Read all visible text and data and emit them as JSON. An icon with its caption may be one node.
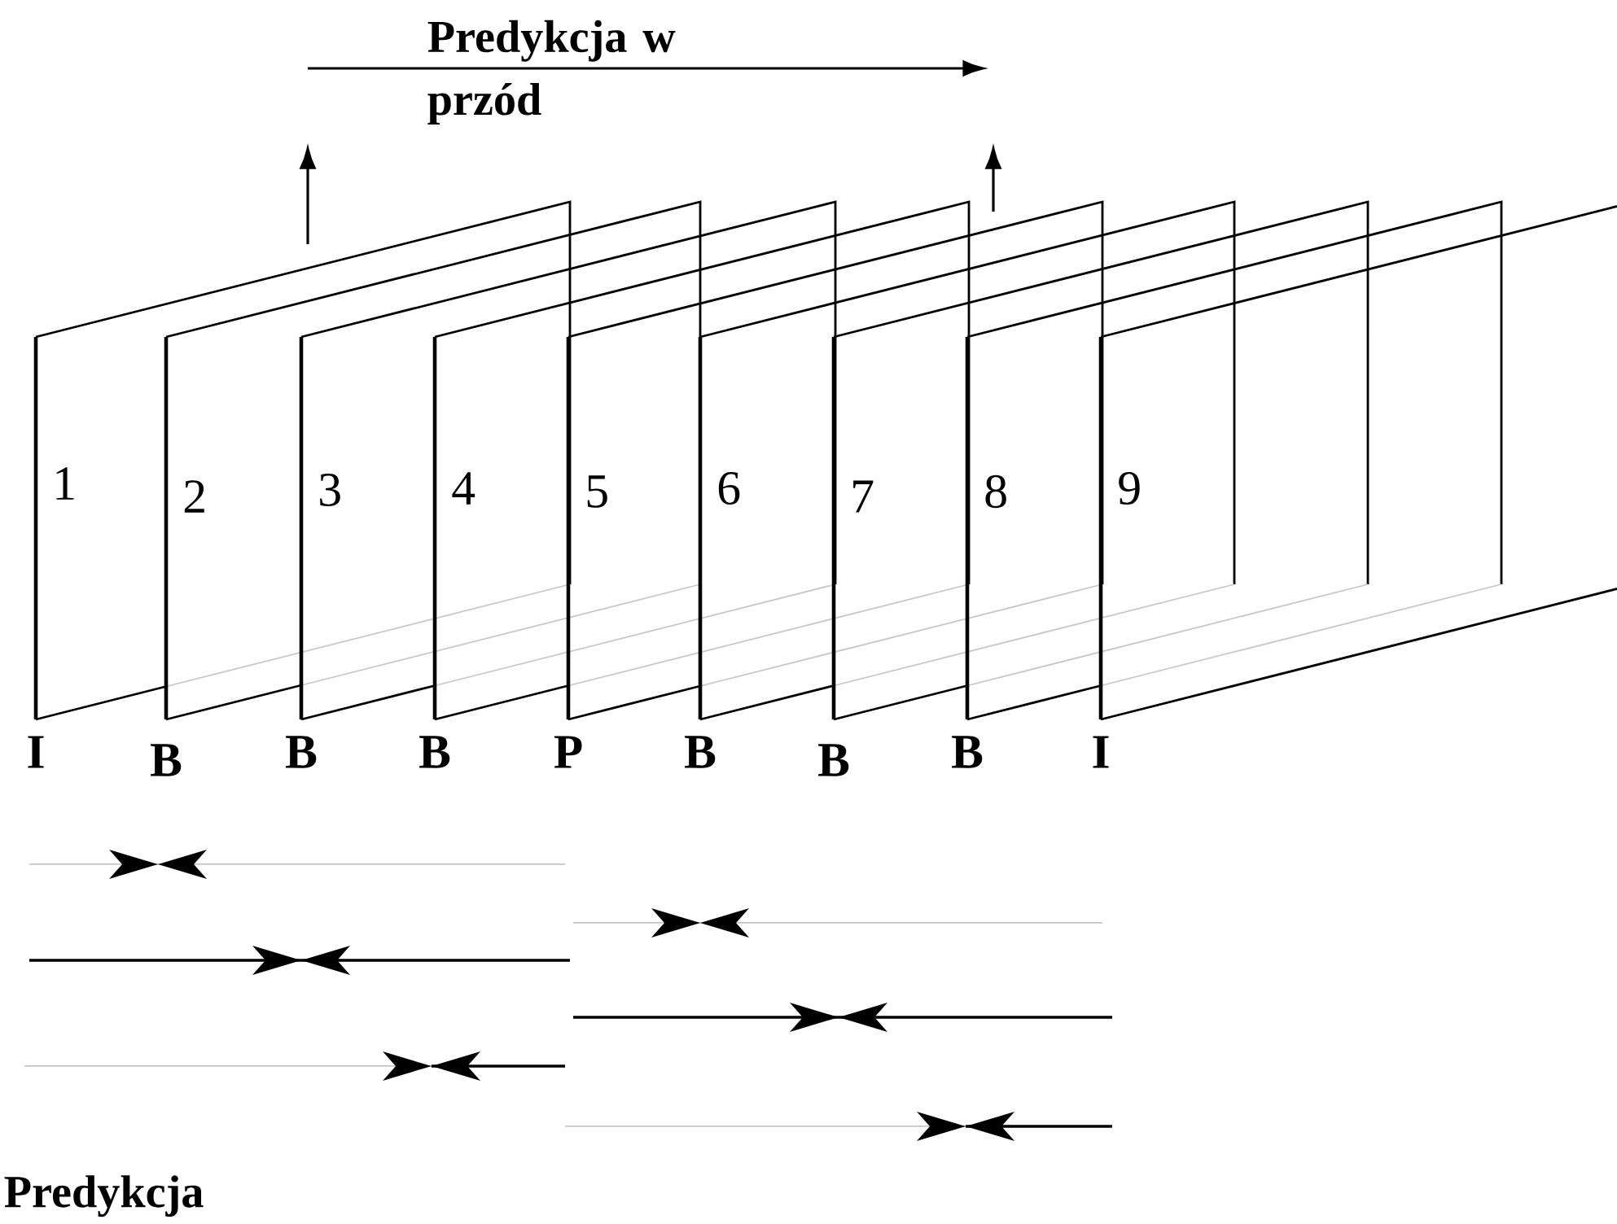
{
  "diagram": {
    "nodes": [
      {
        "text": [
          "1"
        ],
        "beside": [
          "I"
        ]
      },
      {
        "text": [
          "2"
        ],
        "beside": [
          "B"
        ]
      },
      {
        "text": [
          "3"
        ],
        "beside": [
          "B"
        ]
      },
      {
        "text": [
          "4"
        ],
        "beside": [
          "B"
        ]
      },
      {
        "text": [
          "5"
        ],
        "beside": [
          "P"
        ]
      },
      {
        "text": [
          "6"
        ],
        "beside": [
          "B"
        ]
      },
      {
        "text": [
          "7"
        ],
        "beside": [
          "B"
        ]
      },
      {
        "text": [
          "8"
        ],
        "beside": [
          "B"
        ]
      },
      {
        "text": [
          "9"
        ],
        "beside": [
          "I"
        ]
      }
    ],
    "edges": [
      {
        "from": 0,
        "to": null,
        "arrow": "to"
      },
      {
        "from": 4,
        "to": null,
        "arrow": "to"
      }
    ],
    "labels": [
      "Predykcja w przód",
      "Predykcja"
    ]
  }
}
